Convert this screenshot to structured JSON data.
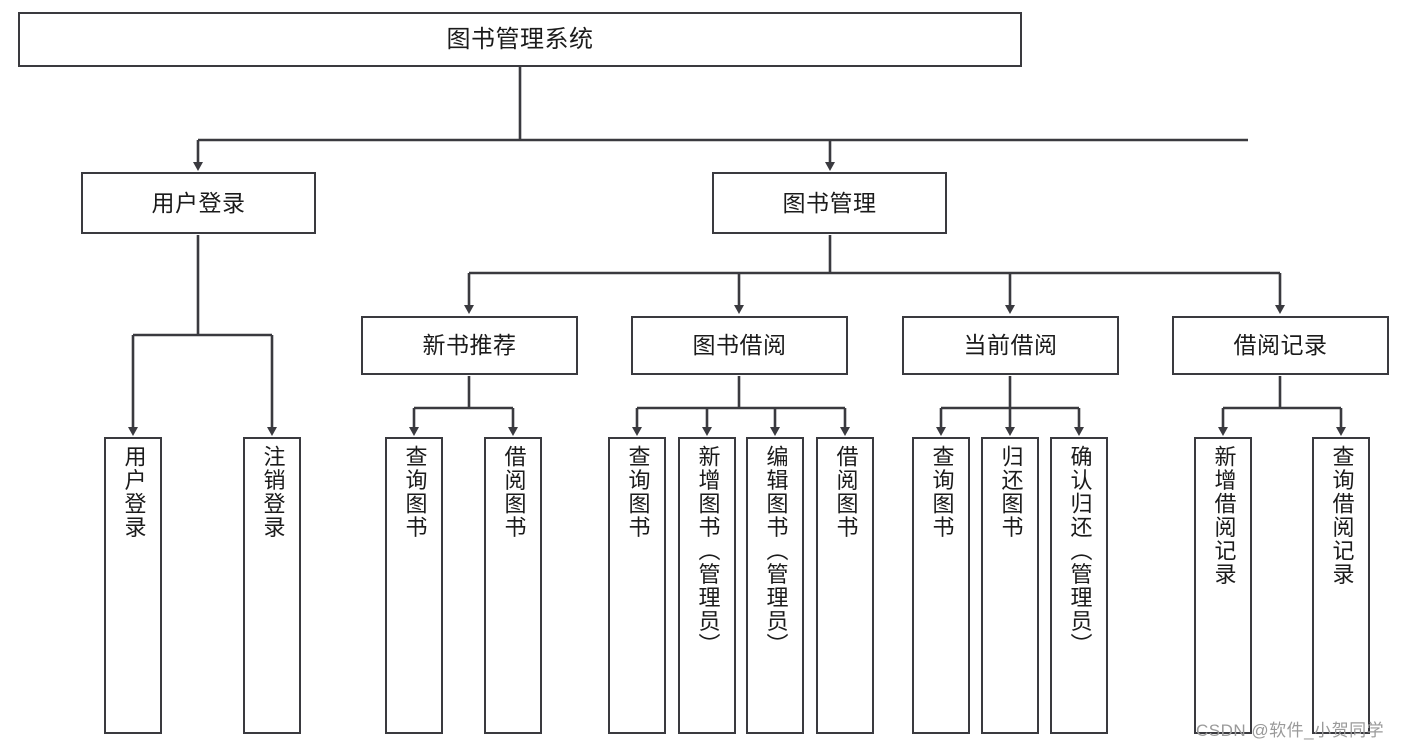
{
  "diagram": {
    "title": "图书管理系统",
    "type": "tree-hierarchy-chart",
    "orientation": "top-down",
    "colors": {
      "background": "#ffffff",
      "stroke": "#3a3a3f",
      "node_fill": "#ffffff",
      "text": "#1b1b1b",
      "watermark": "#9a9a9a"
    },
    "watermark": "CSDN @软件_小贺同学",
    "nodes": {
      "root": {
        "label": "图书管理系统"
      },
      "level1": [
        {
          "id": "user-login",
          "label": "用户登录"
        },
        {
          "id": "book-manage",
          "label": "图书管理"
        }
      ],
      "level2": [
        {
          "id": "new-book-recommend",
          "label": "新书推荐"
        },
        {
          "id": "book-borrow",
          "label": "图书借阅"
        },
        {
          "id": "current-borrow",
          "label": "当前借阅"
        },
        {
          "id": "borrow-record",
          "label": "借阅记录"
        }
      ],
      "leaves": {
        "user_login": [
          {
            "id": "leaf-user-login",
            "label": "用户登录"
          },
          {
            "id": "leaf-logout",
            "label": "注销登录"
          }
        ],
        "new_book_recommend": [
          {
            "id": "leaf-query-book-1",
            "label": "查询图书"
          },
          {
            "id": "leaf-borrow-book-1",
            "label": "借阅图书"
          }
        ],
        "book_borrow": [
          {
            "id": "leaf-query-book-2",
            "label": "查询图书"
          },
          {
            "id": "leaf-add-book",
            "label": "新增图书（管理员）"
          },
          {
            "id": "leaf-edit-book",
            "label": "编辑图书（管理员）"
          },
          {
            "id": "leaf-borrow-book-2",
            "label": "借阅图书"
          }
        ],
        "current_borrow": [
          {
            "id": "leaf-query-book-3",
            "label": "查询图书"
          },
          {
            "id": "leaf-return-book",
            "label": "归还图书"
          },
          {
            "id": "leaf-confirm-return",
            "label": "确认归还（管理员）"
          }
        ],
        "borrow_record": [
          {
            "id": "leaf-add-record",
            "label": "新增借阅记录"
          },
          {
            "id": "leaf-query-record",
            "label": "查询借阅记录"
          }
        ]
      }
    }
  }
}
